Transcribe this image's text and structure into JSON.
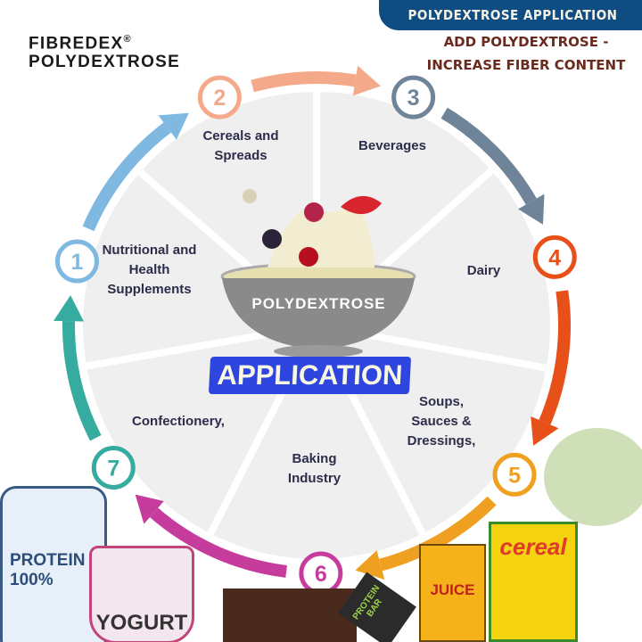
{
  "header": {
    "banner": "POLYDEXTROSE APPLICATION",
    "subtitle_line1": "ADD POLYDEXTROSE -",
    "subtitle_line2": "INCREASE FIBER CONTENT"
  },
  "logo": {
    "line1": "FIBREDEX",
    "registered": "®",
    "line2": "POLYDEXTROSE"
  },
  "center": {
    "bowl_label": "POLYDEXTROSE",
    "title": "APPLICATION"
  },
  "steps": [
    {
      "number": "1",
      "label": "Nutritional and Health Supplements",
      "color": "#7fb8e0"
    },
    {
      "number": "2",
      "label": "Cereals and Spreads",
      "color": "#f4a98a"
    },
    {
      "number": "3",
      "label": "Beverages",
      "color": "#6f8498"
    },
    {
      "number": "4",
      "label": "Dairy",
      "color": "#e8501a"
    },
    {
      "number": "5",
      "label": "Soups, Sauces & Dressings,",
      "color": "#f0a020"
    },
    {
      "number": "6",
      "label": "Baking Industry",
      "color": "#c53c9c"
    },
    {
      "number": "7",
      "label": "Confectionery,",
      "color": "#35ac9f"
    }
  ],
  "products": {
    "protein_line1": "PROTEIN",
    "protein_line2": "100%",
    "yogurt": "YOGURT",
    "bar_line1": "PROTEIN",
    "bar_line2": "BAR",
    "juice": "JUICE",
    "cereal": "cereal"
  }
}
